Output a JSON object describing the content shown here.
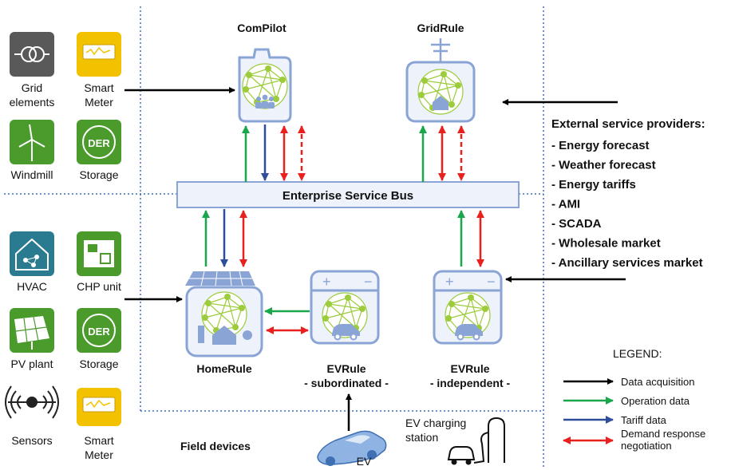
{
  "devices": {
    "grid_elements": [
      "Grid",
      "elements"
    ],
    "smart_meter_top": [
      "Smart",
      "Meter"
    ],
    "windmill": "Windmill",
    "storage_top": "Storage",
    "der_badge": "DER",
    "hvac": "HVAC",
    "chp_unit": "CHP unit",
    "pv_plant": "PV plant",
    "storage_bottom": "Storage",
    "sensors": "Sensors",
    "smart_meter_bottom": [
      "Smart",
      "Meter"
    ]
  },
  "nodes": {
    "compilot": "ComPilot",
    "gridrule": "GridRule",
    "homerule": "HomeRule",
    "evrule_sub": [
      "EVRule",
      "- subordinated -"
    ],
    "evrule_ind": [
      "EVRule",
      "- independent -"
    ]
  },
  "esb": "Enterprise Service Bus",
  "field_devices": "Field devices",
  "ev": "EV",
  "ev_charging": [
    "EV charging",
    "station"
  ],
  "external": {
    "title": "External service providers:",
    "items": [
      "- Energy forecast",
      "- Weather forecast",
      "- Energy tariffs",
      "- AMI",
      "- SCADA",
      "- Wholesale market",
      "- Ancillary services market"
    ]
  },
  "legend": {
    "title": "LEGEND:",
    "items": [
      {
        "label": [
          "Data acquisition"
        ],
        "color": "#000000",
        "style": "single"
      },
      {
        "label": [
          "Operation data"
        ],
        "color": "#1aa64a",
        "style": "single"
      },
      {
        "label": [
          "Tariff data"
        ],
        "color": "#2e4d9a",
        "style": "single"
      },
      {
        "label": [
          "Demand response",
          "negotiation"
        ],
        "color": "#e8211e",
        "style": "double"
      }
    ]
  },
  "colors": {
    "black": "#000000",
    "green": "#1aa64a",
    "blue": "#2e4d9a",
    "red": "#e8211e",
    "node_outline": "#8aa4d6",
    "node_fill": "#eef2fb",
    "net_green": "#9ccc3c",
    "divider": "#3a6fbf"
  }
}
